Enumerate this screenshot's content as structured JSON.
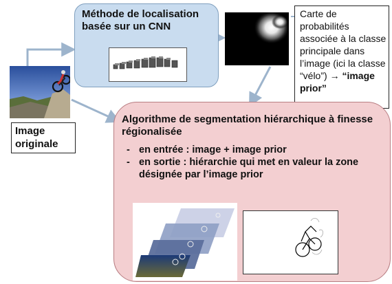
{
  "cnn": {
    "title": "Méthode de localisation basée sur un CNN"
  },
  "note": {
    "line1": "Carte de probabilités associée à la classe principale dans l’image (ici la classe “vélo”)",
    "arrow": "→",
    "emph": "“image prior”"
  },
  "original": {
    "label": "Image originale"
  },
  "segmentation": {
    "title": "Algorithme de segmentation hiérarchique à finesse régionalisée",
    "bullets": [
      "en entrée : image + image prior",
      "en sortie : hiérarchie qui met en valeur la zone désignée par l’image prior"
    ],
    "bullet_marker": "-"
  },
  "colors": {
    "cnn_fill": "#c9dcef",
    "seg_fill": "#f3cfd1",
    "arrow": "#9db4cc"
  }
}
